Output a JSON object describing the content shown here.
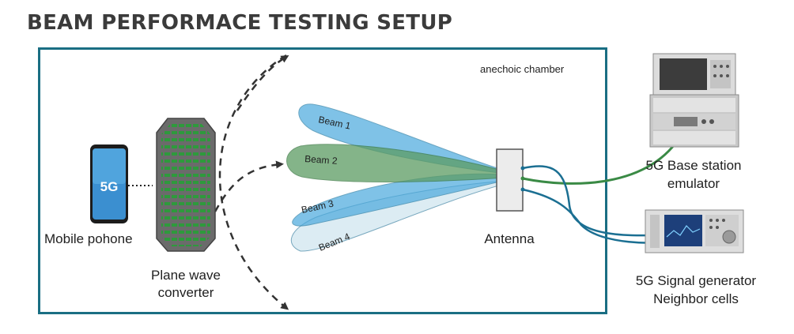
{
  "title": "BEAM PERFORMACE TESTING SETUP",
  "chamber_label": "anechoic chamber",
  "phone": {
    "screen_text": "5G",
    "label": "Mobile pohone"
  },
  "converter": {
    "label_line1": "Plane wave",
    "label_line2": "converter"
  },
  "beams": [
    "Beam 1",
    "Beam 2",
    "Beam 3",
    "Beam 4"
  ],
  "antenna": {
    "label": "Antenna"
  },
  "base_station": {
    "label_line1": "5G Base station",
    "label_line2": "emulator"
  },
  "signal_generator": {
    "label_line1": "5G Signal generator",
    "label_line2": "Neighbor cells"
  },
  "colors": {
    "chamber_border": "#1a6e83",
    "beam_1": "#4aa9dd",
    "beam_2": "#5c9c62",
    "beam_3": "#4aa9dd",
    "beam_4": "#d9ebf2",
    "cable_green": "#3a8a45",
    "cable_blue": "#1b6f92"
  },
  "icons": [
    "smartphone-icon",
    "converter-array-icon",
    "antenna-icon",
    "rack-equipment-icon",
    "signal-generator-icon"
  ]
}
